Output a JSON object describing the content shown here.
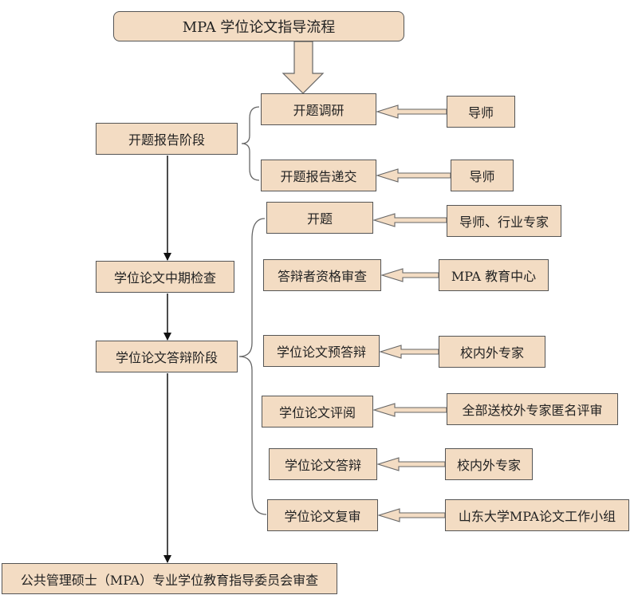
{
  "title": "MPA 学位论文指导流程",
  "stages": {
    "proposal": "开题报告阶段",
    "midterm": "学位论文中期检查",
    "defense": "学位论文答辩阶段",
    "final": "公共管理硕士（MPA）专业学位教育指导委员会审查"
  },
  "steps": [
    {
      "label": "开题调研",
      "actor": "导师"
    },
    {
      "label": "开题报告递交",
      "actor": "导师"
    },
    {
      "label": "开题",
      "actor": "导师、行业专家"
    },
    {
      "label": "答辩者资格审查",
      "actor": "MPA 教育中心"
    },
    {
      "label": "学位论文预答辩",
      "actor": "校内外专家"
    },
    {
      "label": "学位论文评阅",
      "actor": "全部送校外专家匿名评审"
    },
    {
      "label": "学位论文答辩",
      "actor": "校内外专家"
    },
    {
      "label": "学位论文复审",
      "actor": "山东大学MPA论文工作小组"
    }
  ],
  "colors": {
    "box_fill": "#f3dcc3",
    "border": "#555555"
  }
}
